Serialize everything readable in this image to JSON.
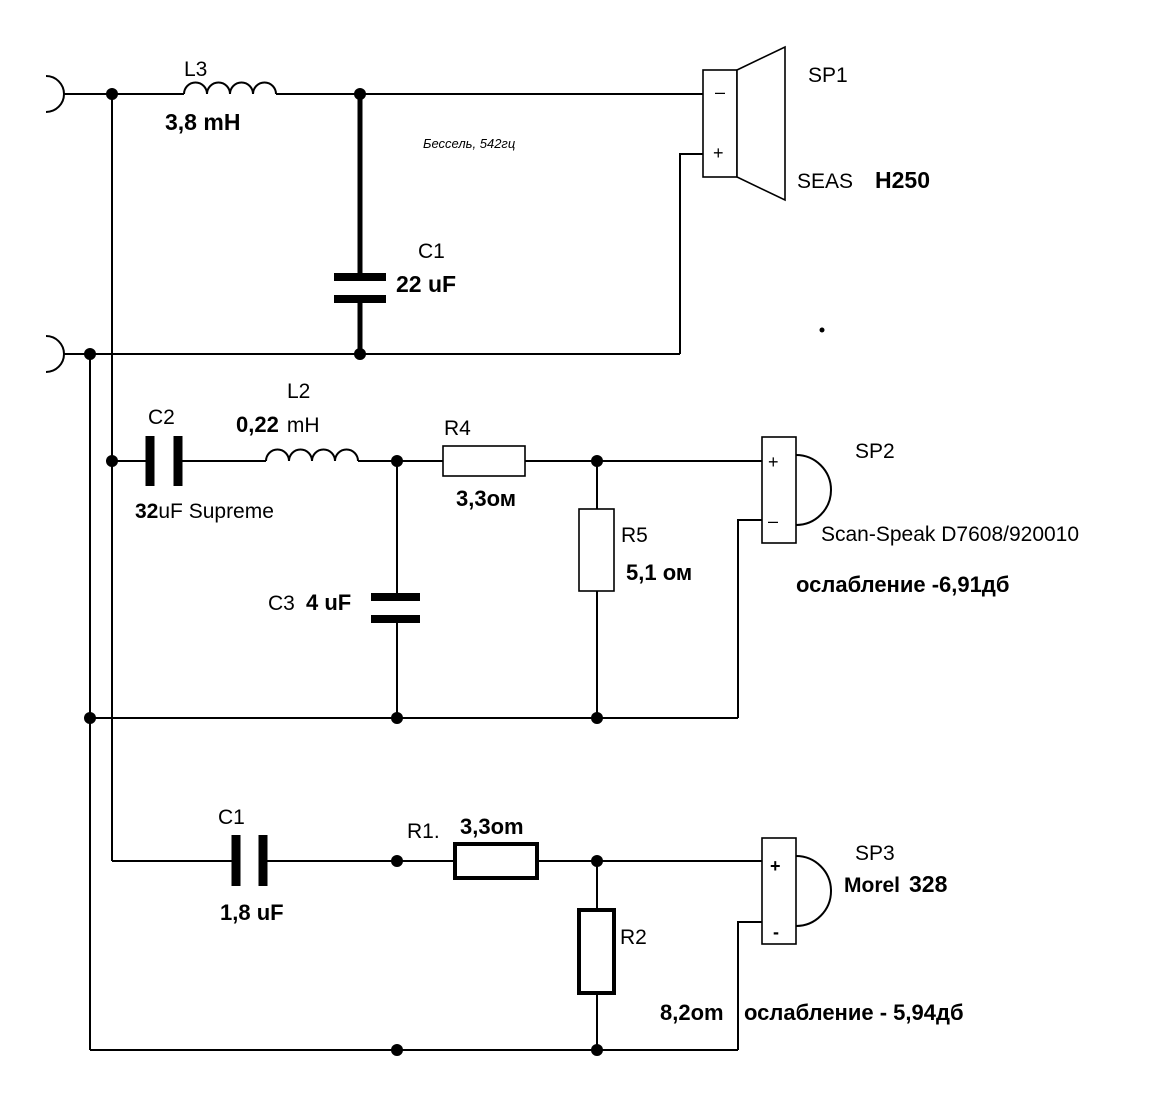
{
  "tweeter": {
    "inductor_ref": "L3",
    "inductor_value": "3,8 mH",
    "alignment_note": "Бессель, 542гц",
    "capacitor_ref": "C1",
    "capacitor_value": "22 uF",
    "speaker_ref": "SP1",
    "speaker_brand": "SEAS",
    "speaker_model": "H250",
    "pin_top": "–",
    "pin_bottom": "+"
  },
  "midrange": {
    "cap_series_ref": "C2",
    "cap_series_value_num": "32",
    "cap_series_value_rest": "uF Supreme",
    "inductor_ref": "L2",
    "inductor_value_num": "0,22",
    "inductor_value_unit": "mH",
    "cap_shunt_ref": "C3",
    "cap_shunt_value": "4  uF",
    "res_series_ref": "R4",
    "res_series_value": "3,3ом",
    "res_shunt_ref": "R5",
    "res_shunt_value": "5,1 ом",
    "speaker_ref": "SP2",
    "speaker_model": "Scan-Speak D7608/920010",
    "attenuation": "ослабление -6,91дб",
    "pin_top": "+",
    "pin_bottom": "–"
  },
  "highs": {
    "cap_ref": "C1",
    "cap_value": "1,8 uF",
    "res_series_ref": "R1.",
    "res_series_value": "3,3om",
    "res_shunt_ref": "R2",
    "res_shunt_value": "8,2om",
    "attenuation": "ослабление - 5,94дб",
    "speaker_ref": "SP3",
    "speaker_brand": "Morel",
    "speaker_model": "328",
    "pin_top": "+",
    "pin_bottom": "-"
  }
}
